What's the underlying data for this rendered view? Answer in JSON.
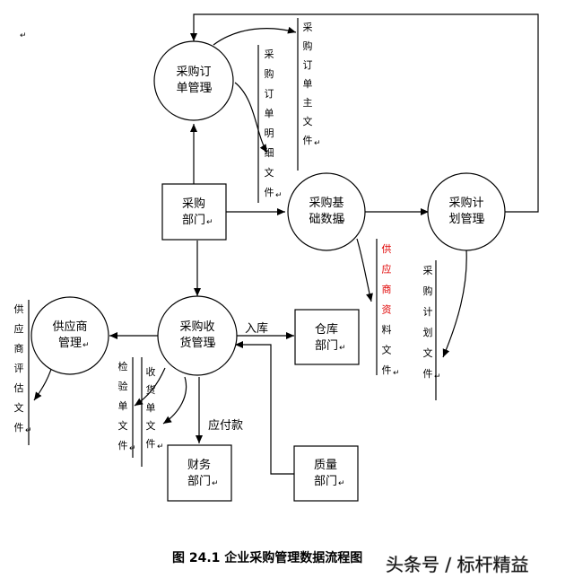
{
  "nodes": {
    "order_mgmt": {
      "lines": [
        "采购订",
        "单管理"
      ]
    },
    "purchase_dept": {
      "lines": [
        "采购",
        "部门"
      ]
    },
    "basic_data": {
      "lines": [
        "采购基",
        "础数据"
      ]
    },
    "plan_mgmt": {
      "lines": [
        "采购计",
        "划管理"
      ]
    },
    "supplier_mgmt": {
      "lines": [
        "供应商",
        "管理"
      ]
    },
    "receiving_mgmt": {
      "lines": [
        "采购收",
        "货管理"
      ]
    },
    "warehouse_dept": {
      "lines": [
        "仓库",
        "部门"
      ]
    },
    "finance_dept": {
      "lines": [
        "财务",
        "部门"
      ]
    },
    "quality_dept": {
      "lines": [
        "质量",
        "部门"
      ]
    }
  },
  "stores": {
    "order_main": {
      "chars": [
        "采",
        "购",
        "订",
        "单",
        "主",
        "文",
        "件"
      ]
    },
    "order_detail": {
      "chars": [
        "采",
        "购",
        "订",
        "单",
        "明",
        "细",
        "文",
        "件"
      ]
    },
    "supplier_file": {
      "chars_red": [
        "供",
        "应",
        "商",
        "资"
      ],
      "chars": [
        "料",
        "文",
        "件"
      ]
    },
    "plan_file": {
      "chars": [
        "采",
        "购",
        "计",
        "划",
        "文",
        "件"
      ]
    },
    "supplier_eval": {
      "chars": [
        "供",
        "应",
        "商",
        "评",
        "估",
        "文",
        "件"
      ]
    },
    "inspection_file": {
      "chars": [
        "检",
        "验",
        "单",
        "文",
        "件"
      ]
    },
    "receipt_file": {
      "chars": [
        "收",
        "货",
        "单",
        "文",
        "件"
      ]
    }
  },
  "flow_labels": {
    "warehouse_in": "入库",
    "payable": "应付款"
  },
  "para_mark": "↵",
  "caption": "图 24.1   企业采购管理数据流程图",
  "watermark": "头条号 / 标杆精益",
  "colors": {
    "line": "#000000",
    "red_text": "#e00000",
    "mark": "#777777"
  }
}
